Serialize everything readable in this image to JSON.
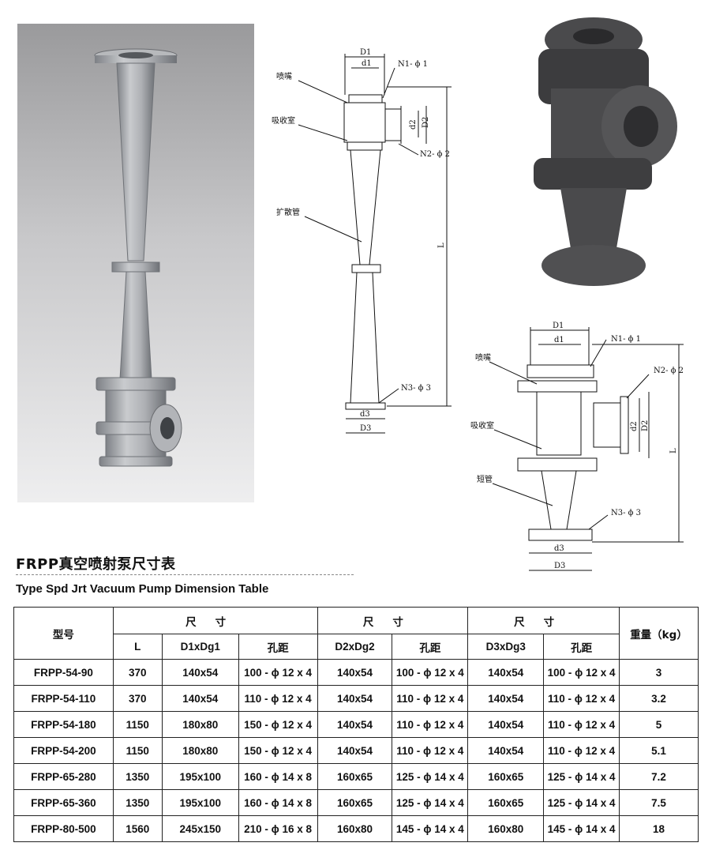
{
  "drawing1": {
    "labels": {
      "nozzle": "喷嘴",
      "suction": "吸收室",
      "diffuser": "扩散管",
      "D1": "D1",
      "d1": "d1",
      "N1": "N1- ϕ 1",
      "d2": "d2",
      "D2": "D2",
      "N2": "N2- ϕ 2",
      "L": "L",
      "N3": "N3- ϕ 3",
      "d3": "d3",
      "D3": "D3"
    }
  },
  "drawing2": {
    "labels": {
      "nozzle": "喷嘴",
      "suction": "吸收室",
      "short_pipe": "短管",
      "D1": "D1",
      "d1": "d1",
      "N1": "N1- ϕ 1",
      "N2": "N2- ϕ 2",
      "d2": "d2",
      "D2": "D2",
      "L": "L",
      "N3": "N3- ϕ 3",
      "d3": "d3",
      "D3": "D3"
    }
  },
  "titles": {
    "cn": "FRPP真空喷射泵尺寸表",
    "en": "Type Spd Jrt Vacuum Pump Dimension Table"
  },
  "table": {
    "header_model": "型号",
    "header_size": "尺寸",
    "header_weight": "重量（kg）",
    "subheaders": [
      "L",
      "D1xDg1",
      "孔距",
      "D2xDg2",
      "孔距",
      "D3xDg3",
      "孔距"
    ],
    "rows": [
      [
        "FRPP-54-90",
        "370",
        "140x54",
        "100 - ϕ 12 x 4",
        "140x54",
        "100 - ϕ 12 x 4",
        "140x54",
        "100 - ϕ 12 x 4",
        "3"
      ],
      [
        "FRPP-54-110",
        "370",
        "140x54",
        "110 - ϕ 12 x 4",
        "140x54",
        "110 - ϕ 12 x 4",
        "140x54",
        "110 - ϕ 12 x 4",
        "3.2"
      ],
      [
        "FRPP-54-180",
        "1150",
        "180x80",
        "150 - ϕ 12 x 4",
        "140x54",
        "110 - ϕ 12 x 4",
        "140x54",
        "110 - ϕ 12 x 4",
        "5"
      ],
      [
        "FRPP-54-200",
        "1150",
        "180x80",
        "150 - ϕ 12 x 4",
        "140x54",
        "110 - ϕ 12 x 4",
        "140x54",
        "110 - ϕ 12 x 4",
        "5.1"
      ],
      [
        "FRPP-65-280",
        "1350",
        "195x100",
        "160 - ϕ 14 x 8",
        "160x65",
        "125 - ϕ 14 x 4",
        "160x65",
        "125 - ϕ 14 x 4",
        "7.2"
      ],
      [
        "FRPP-65-360",
        "1350",
        "195x100",
        "160 - ϕ 14 x 8",
        "160x65",
        "125 - ϕ 14 x 4",
        "160x65",
        "125 - ϕ 14 x 4",
        "7.5"
      ],
      [
        "FRPP-80-500",
        "1560",
        "245x150",
        "210 - ϕ 16 x 8",
        "160x80",
        "145 - ϕ 14 x 4",
        "160x80",
        "145 - ϕ 14 x 4",
        "18"
      ]
    ]
  }
}
